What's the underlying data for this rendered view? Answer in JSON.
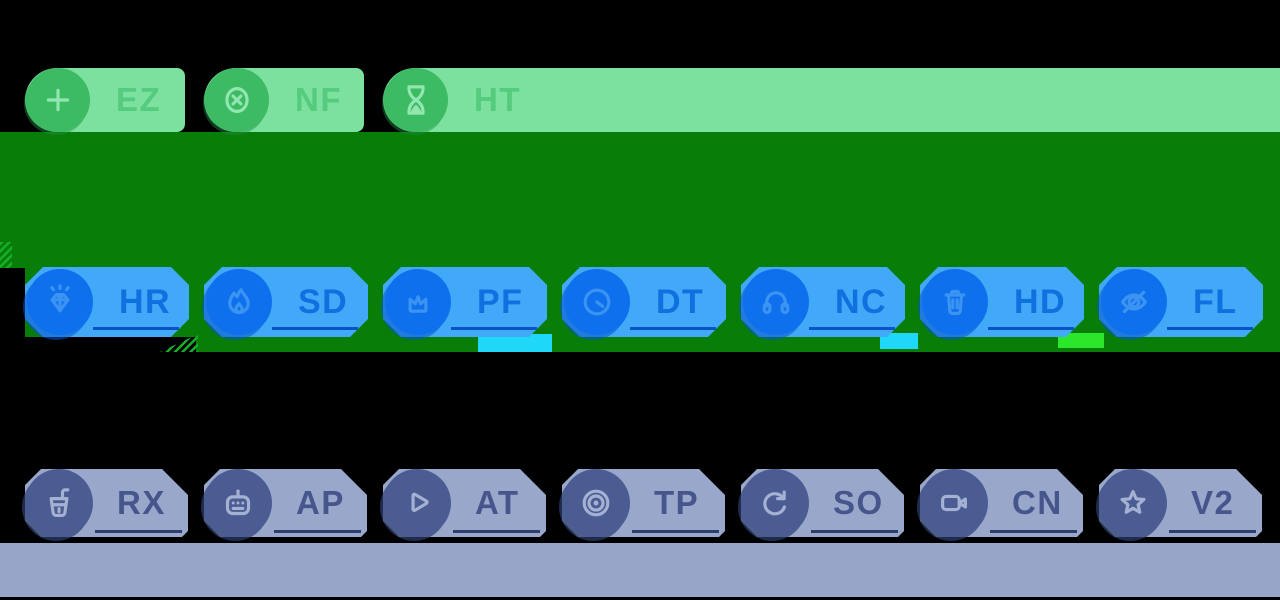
{
  "board": {
    "background_color": "#000000",
    "rows": [
      {
        "id": "green",
        "chip_color": "#7CE09F",
        "circle_color": "#3CBB63",
        "icon_color": "#92E7B1",
        "label_color": "#55CB7E",
        "chips": [
          {
            "code": "EZ",
            "icon": "plus-icon"
          },
          {
            "code": "NF",
            "icon": "x-circle-icon"
          },
          {
            "code": "HT",
            "icon": "hourglass-icon"
          }
        ]
      },
      {
        "id": "blue",
        "backdrop_color": "#087D08",
        "chip_color": "#41A9F8",
        "circle_color": "#0F70EE",
        "icon_color": "#3B94F2",
        "label_color": "#0F70E0",
        "underline_color": "#0853C5",
        "chips": [
          {
            "code": "HR",
            "icon": "diamond-icon"
          },
          {
            "code": "SD",
            "icon": "flame-icon"
          },
          {
            "code": "PF",
            "icon": "crown-icon"
          },
          {
            "code": "DT",
            "icon": "gauge-icon"
          },
          {
            "code": "NC",
            "icon": "headphones-icon"
          },
          {
            "code": "HD",
            "icon": "trash-icon"
          },
          {
            "code": "FL",
            "icon": "eye-off-icon"
          }
        ]
      },
      {
        "id": "gray",
        "band_color": "#97A5C9",
        "chip_color": "#99A7CB",
        "circle_color": "#4B5C93",
        "icon_color": "#A5B1D3",
        "label_color": "#46568C",
        "underline_color": "#2E3F6E",
        "shadow_color": "#2E3F6E",
        "chips": [
          {
            "code": "RX",
            "icon": "cup-icon"
          },
          {
            "code": "AP",
            "icon": "robot-icon"
          },
          {
            "code": "AT",
            "icon": "play-icon"
          },
          {
            "code": "TP",
            "icon": "target-icon"
          },
          {
            "code": "SO",
            "icon": "refresh-icon"
          },
          {
            "code": "CN",
            "icon": "camera-icon"
          },
          {
            "code": "V2",
            "icon": "star-icon"
          }
        ]
      }
    ],
    "artifacts": {
      "cyan_glitch_color": "#1FD7F9",
      "green_glitch_color": "#2BE62B"
    }
  }
}
